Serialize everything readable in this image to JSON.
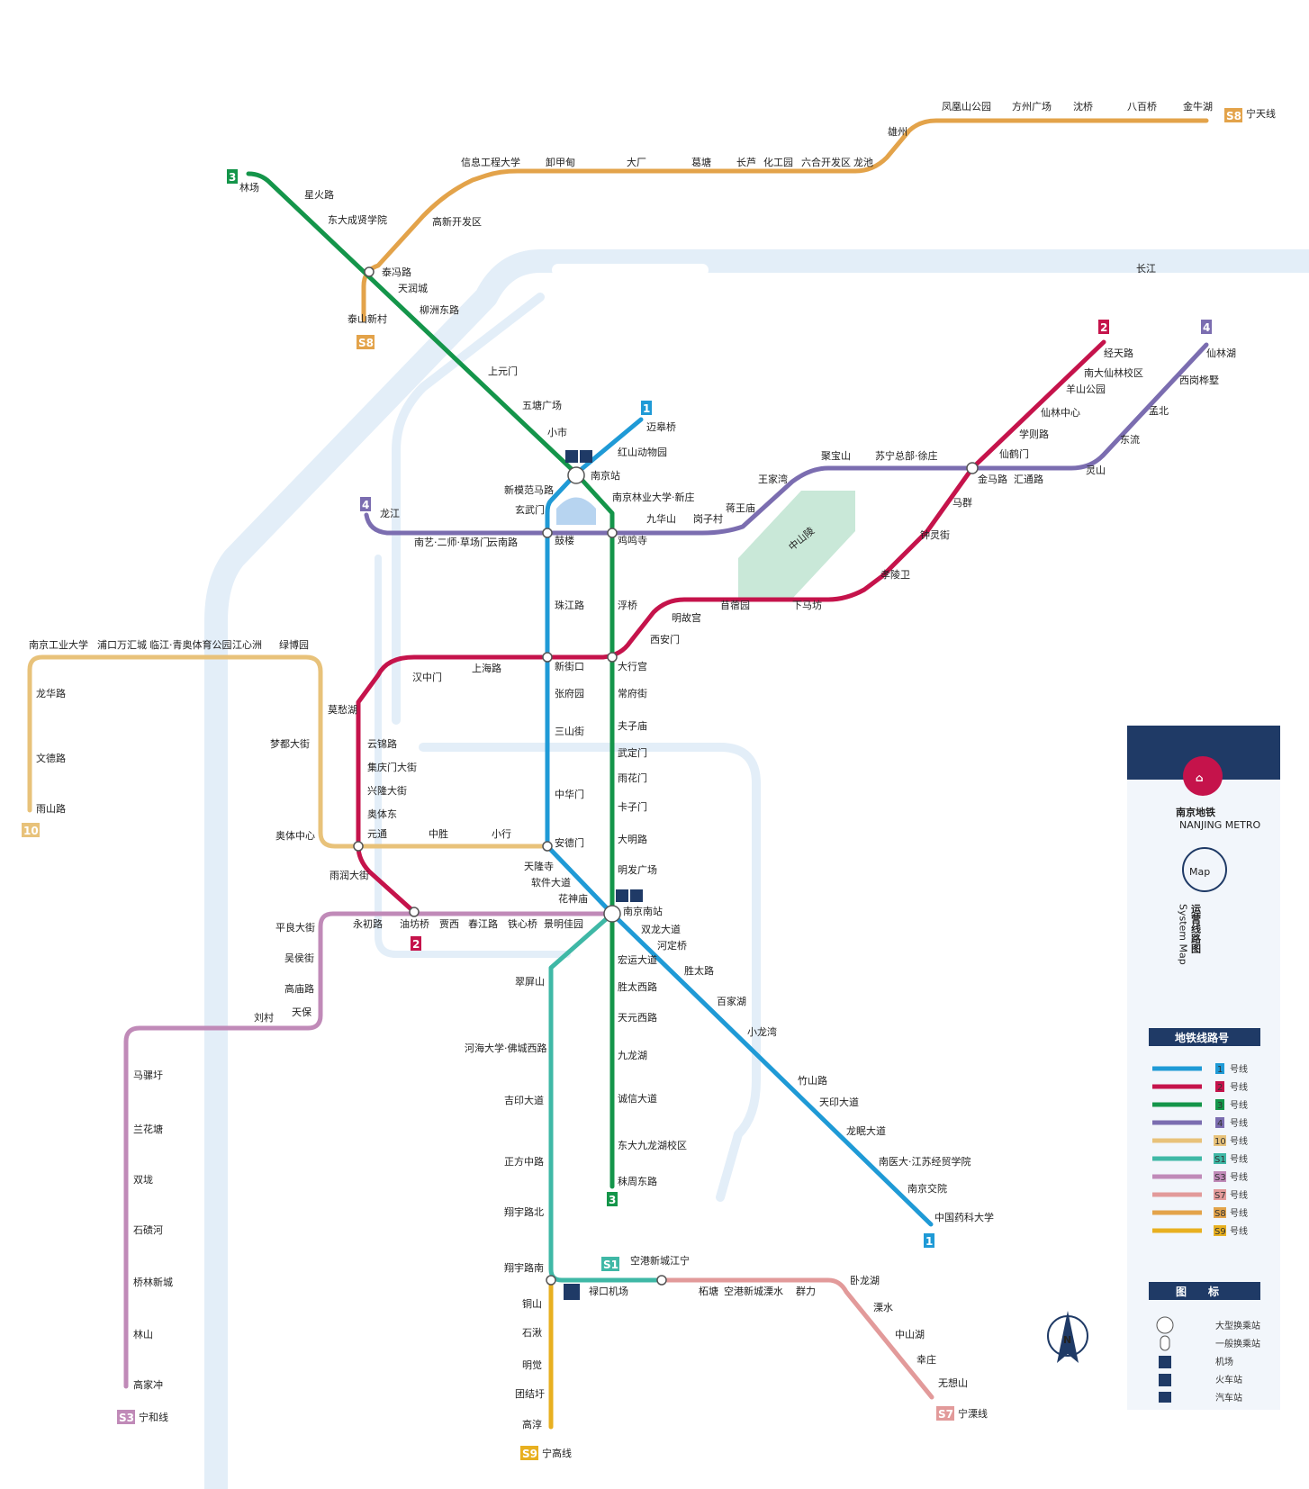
{
  "colors": {
    "line1": "#1f9ad6",
    "line2": "#c5134b",
    "line3": "#14954a",
    "line4": "#7b6db0",
    "line10": "#e8c27a",
    "lineS1": "#3fb8a6",
    "lineS3": "#c08ab8",
    "lineS7": "#e29a9a",
    "lineS8": "#e3a34a",
    "lineS9": "#e8b020",
    "river": "#e3eef8",
    "panel_bg": "#f2f6fb",
    "panel_header": "#1f3a66"
  },
  "map": {
    "river_label": "长江",
    "park_label": "中山陵",
    "north_icon_label": "N",
    "lines": [
      {
        "id": "1",
        "badge": "1"
      },
      {
        "id": "2",
        "badge": "2"
      },
      {
        "id": "3",
        "badge": "3"
      },
      {
        "id": "4",
        "badge": "4"
      },
      {
        "id": "10",
        "badge": "10"
      },
      {
        "id": "S1",
        "badge": "S1"
      },
      {
        "id": "S3",
        "badge": "S3",
        "terminal_label": "宁和线"
      },
      {
        "id": "S7",
        "badge": "S7",
        "terminal_label": "宁溧线"
      },
      {
        "id": "S8",
        "badge": "S8",
        "terminal_label": "宁天线"
      },
      {
        "id": "S9",
        "badge": "S9",
        "terminal_label": "宁高线"
      }
    ],
    "stations": [
      "迈皋桥",
      "红山动物园",
      "南京站",
      "新模范马路",
      "玄武门",
      "鼓楼",
      "珠江路",
      "新街口",
      "张府园",
      "三山街",
      "中华门",
      "安德门",
      "天隆寺",
      "软件大道",
      "花神庙",
      "南京南站",
      "双龙大道",
      "河定桥",
      "胜太路",
      "百家湖",
      "小龙湾",
      "竹山路",
      "天印大道",
      "龙眠大道",
      "南医大·江苏经贸学院",
      "南京交院",
      "中国药科大学",
      "经天路",
      "南大仙林校区",
      "羊山公园",
      "仙林中心",
      "学则路",
      "仙鹤门",
      "金马路",
      "马群",
      "钟灵街",
      "孝陵卫",
      "下马坊",
      "苜蓿园",
      "明故宫",
      "西安门",
      "大行宫",
      "上海路",
      "汉中门",
      "莫愁湖",
      "云锦路",
      "集庆门大街",
      "兴隆大街",
      "奥体东",
      "元通",
      "雨润大街",
      "油坊桥",
      "林场",
      "星火路",
      "东大成贤学院",
      "泰冯路",
      "天润城",
      "柳洲东路",
      "上元门",
      "五塘广场",
      "小市",
      "南京林业大学·新庄",
      "鸡鸣寺",
      "浮桥",
      "常府街",
      "夫子庙",
      "武定门",
      "雨花门",
      "卡子门",
      "大明路",
      "明发广场",
      "宏运大道",
      "胜太西路",
      "天元西路",
      "九龙湖",
      "诚信大道",
      "东大九龙湖校区",
      "秣周东路",
      "仙林湖",
      "西岗桦墅",
      "孟北",
      "东流",
      "灵山",
      "汇通路",
      "聚宝山",
      "苏宁总部·徐庄",
      "王家湾",
      "蒋王庙",
      "岗子村",
      "九华山",
      "云南路",
      "南艺·二师·草场门",
      "龙江",
      "南京工业大学",
      "浦口万汇城",
      "临江·青奥体育公园",
      "江心洲",
      "绿博园",
      "龙华路",
      "文德路",
      "雨山路",
      "梦都大街",
      "奥体中心",
      "中胜",
      "小行",
      "永初路",
      "贾西",
      "春江路",
      "铁心桥",
      "景明佳园",
      "翠屏山",
      "河海大学·佛城西路",
      "吉印大道",
      "正方中路",
      "翔宇路北",
      "翔宇路南",
      "禄口机场",
      "空港新城江宁",
      "平良大街",
      "吴侯街",
      "高庙路",
      "天保",
      "刘村",
      "马骡圩",
      "兰花塘",
      "双垅",
      "石碛河",
      "桥林新城",
      "林山",
      "高家冲",
      "柘塘",
      "空港新城溧水",
      "群力",
      "卧龙湖",
      "溧水",
      "中山湖",
      "幸庄",
      "无想山",
      "泰山新村",
      "高新开发区",
      "信息工程大学",
      "卸甲甸",
      "大厂",
      "葛塘",
      "长芦",
      "化工园",
      "六合开发区",
      "龙池",
      "雄州",
      "凤凰山公园",
      "方州广场",
      "沈桥",
      "八百桥",
      "金牛湖",
      "铜山",
      "石湫",
      "明觉",
      "团结圩",
      "高淳"
    ]
  },
  "panel": {
    "logo_glyph": "⌂",
    "title_cn": "南京地铁",
    "title_en": "NANJING METRO",
    "map_label": "Map",
    "system_cn": "运营线路图",
    "system_en": "System Map",
    "lines_header": "地铁线路号",
    "line_rows": [
      {
        "badge": "1",
        "label": "号线"
      },
      {
        "badge": "2",
        "label": "号线"
      },
      {
        "badge": "3",
        "label": "号线"
      },
      {
        "badge": "4",
        "label": "号线"
      },
      {
        "badge": "10",
        "label": "号线"
      },
      {
        "badge": "S1",
        "label": "号线"
      },
      {
        "badge": "S3",
        "label": "号线"
      },
      {
        "badge": "S7",
        "label": "号线"
      },
      {
        "badge": "S8",
        "label": "号线"
      },
      {
        "badge": "S9",
        "label": "号线"
      }
    ],
    "icons_header": "图　　标",
    "icon_rows": [
      {
        "icon": "large-interchange-icon",
        "label": "大型换乘站"
      },
      {
        "icon": "interchange-icon",
        "label": "一般换乘站"
      },
      {
        "icon": "airport-icon",
        "label": "机场"
      },
      {
        "icon": "railway-station-icon",
        "label": "火车站"
      },
      {
        "icon": "bus-station-icon",
        "label": "汽车站"
      }
    ]
  }
}
